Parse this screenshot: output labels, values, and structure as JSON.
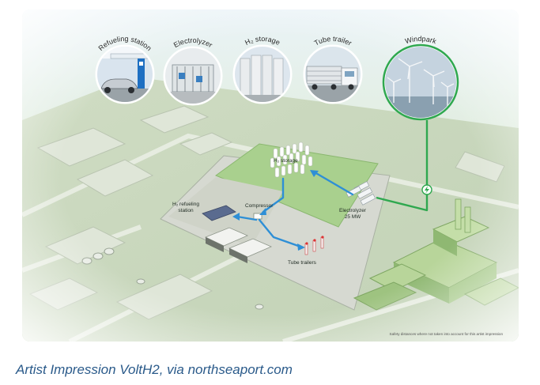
{
  "figure": {
    "photos": [
      {
        "id": "refueling",
        "label": "Refueling station"
      },
      {
        "id": "electrolyzer",
        "label": "Electrolyzer"
      },
      {
        "id": "storage",
        "label": "H₂ storage"
      },
      {
        "id": "trailer",
        "label": "Tube trailer"
      },
      {
        "id": "windpark",
        "label": "Windpark"
      }
    ],
    "site_labels": {
      "h2_storage": "H₂ storage",
      "compressor": "Compressor",
      "refueling_line1": "H₂ refueling",
      "refueling_line2": "station",
      "electrolyzer_line1": "Electrolyzer",
      "electrolyzer_line2": "25 MW",
      "tube_trailers": "Tube trailers"
    },
    "footnote": "Safety distances where not taken into account for this artist impression",
    "colors": {
      "hydrogen_flow": "#2e8fd6",
      "power_line": "#2fa84f",
      "site_green": "#a9d08e",
      "windpark_ring": "#2fa84f"
    }
  },
  "caption": "Artist Impression VoltH2, via northseaport.com"
}
